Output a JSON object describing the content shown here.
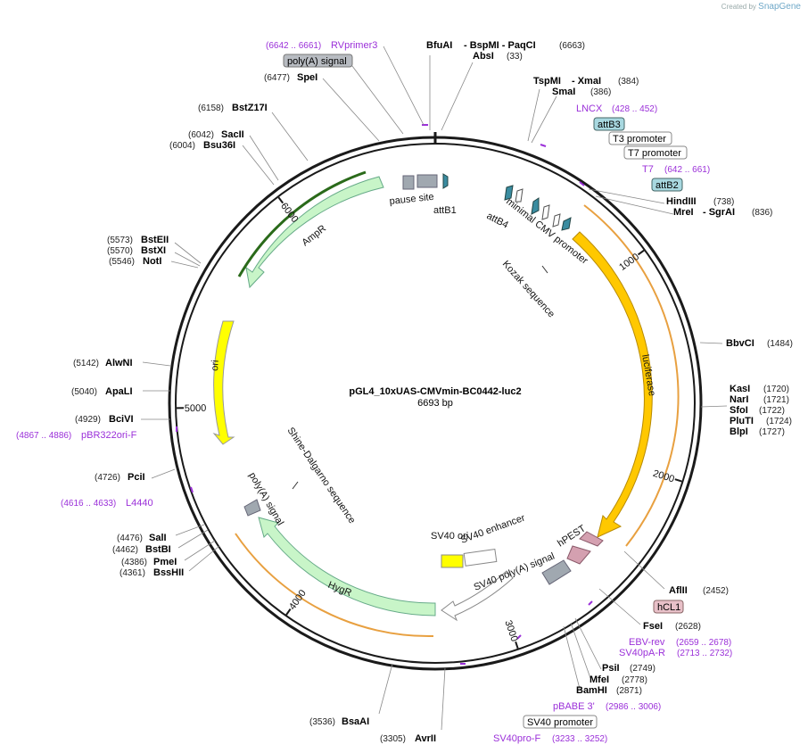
{
  "credit": {
    "prefix": "Created by",
    "brand": "SnapGene"
  },
  "plasmid": {
    "name": "pGL4_10xUAS-CMVmin-BC0442-luc2",
    "length_label": "6693 bp",
    "total_bp": 6693
  },
  "ticks": [
    {
      "bp": 1000,
      "label": "1000"
    },
    {
      "bp": 2000,
      "label": "2000"
    },
    {
      "bp": 3000,
      "label": "3000"
    },
    {
      "bp": 4000,
      "label": "4000"
    },
    {
      "bp": 5000,
      "label": "5000"
    },
    {
      "bp": 6000,
      "label": "6000"
    }
  ],
  "sites": [
    {
      "name": "BfuAI",
      "pos": "",
      "line": "- BspMI - PaqCI",
      "pos2": "(6663)"
    },
    {
      "name": "AbsI",
      "pos": "(33)"
    },
    {
      "name": "TspMI",
      "extra": "- XmaI",
      "pos": "(384)"
    },
    {
      "name": "SmaI",
      "pos": "(386)"
    },
    {
      "name": "HindIII",
      "pos": "(738)"
    },
    {
      "name": "MreI",
      "extra": "- SgrAI",
      "pos": "(836)"
    },
    {
      "name": "BbvCI",
      "pos": "(1484)"
    },
    {
      "name": "KasI",
      "pos": "(1720)"
    },
    {
      "name": "NarI",
      "pos": "(1721)"
    },
    {
      "name": "SfoI",
      "pos": "(1722)"
    },
    {
      "name": "PluTI",
      "pos": "(1724)"
    },
    {
      "name": "BlpI",
      "pos": "(1727)"
    },
    {
      "name": "AflII",
      "pos": "(2452)"
    },
    {
      "name": "FseI",
      "pos": "(2628)"
    },
    {
      "name": "PsiI",
      "pos": "(2749)"
    },
    {
      "name": "MfeI",
      "pos": "(2778)"
    },
    {
      "name": "BamHI",
      "pos": "(2871)"
    },
    {
      "name": "AvrII",
      "pos": "(3305)"
    },
    {
      "name": "BsaAI",
      "pos": "(3536)"
    },
    {
      "name": "BssHII",
      "pos": "(4361)"
    },
    {
      "name": "PmeI",
      "pos": "(4386)"
    },
    {
      "name": "BstBI",
      "pos": "(4462)"
    },
    {
      "name": "SalI",
      "pos": "(4476)"
    },
    {
      "name": "PciI",
      "pos": "(4726)"
    },
    {
      "name": "BciVI",
      "pos": "(4929)"
    },
    {
      "name": "ApaLI",
      "pos": "(5040)"
    },
    {
      "name": "AlwNI",
      "pos": "(5142)"
    },
    {
      "name": "NotI",
      "pos": "(5546)"
    },
    {
      "name": "BstXI",
      "pos": "(5570)"
    },
    {
      "name": "BstEII",
      "pos": "(5573)"
    },
    {
      "name": "Bsu36I",
      "pos": "(6004)"
    },
    {
      "name": "SacII",
      "pos": "(6042)"
    },
    {
      "name": "BstZ17I",
      "pos": "(6158)"
    },
    {
      "name": "SpeI",
      "pos": "(6477)"
    }
  ],
  "primers": [
    {
      "name": "RVprimer3",
      "range": "(6642 .. 6661)"
    },
    {
      "name": "LNCX",
      "range": "(428 .. 452)"
    },
    {
      "name": "T7",
      "range": "(642 .. 661)"
    },
    {
      "name": "EBV-rev",
      "range": "(2659 .. 2678)"
    },
    {
      "name": "SV40pA-R",
      "range": "(2713 .. 2732)"
    },
    {
      "name": "pBABE 3'",
      "range": "(2986 .. 3006)"
    },
    {
      "name": "SV40pro-F",
      "range": "(3233 .. 3252)"
    },
    {
      "name": "L4440",
      "range": "(4616 .. 4633)"
    },
    {
      "name": "pBR322ori-F",
      "range": "(4867 .. 4886)"
    }
  ],
  "boxed_labels": {
    "polyA_top": "poly(A) signal",
    "attB3": "attB3",
    "T3": "T3 promoter",
    "T7p": "T7 promoter",
    "attB2": "attB2",
    "hCL1": "hCL1",
    "SV40p": "SV40 promoter"
  },
  "features": {
    "pause_site": "pause site",
    "attB1": "attB1",
    "attB4": "attB4",
    "min_cmv": "minimal CMV promoter",
    "kozak": "Kozak sequence",
    "luciferase": "luciferase",
    "hPEST": "hPEST",
    "sv40_polya": "SV40 poly(A) signal",
    "sv40_ori": "SV40 ori",
    "sv40_enh": "SV40 enhancer",
    "hygr": "HygR",
    "polya_inner": "poly(A) signal",
    "shine": "Shine-Dalgarno sequence",
    "ori": "ori",
    "ampr": "AmpR"
  },
  "colors": {
    "backbone": "#1a1a1a",
    "ampr": "#c8f5c8",
    "ori": "#ffff00",
    "luciferase": "#ffc800",
    "hygr": "#c8f5c8",
    "primer": "#9b30d9",
    "sv40ori": "#ffff00",
    "hpest": "#d4a0b0",
    "gray": "#a0a8b0",
    "attb": "#3a8ca0"
  }
}
